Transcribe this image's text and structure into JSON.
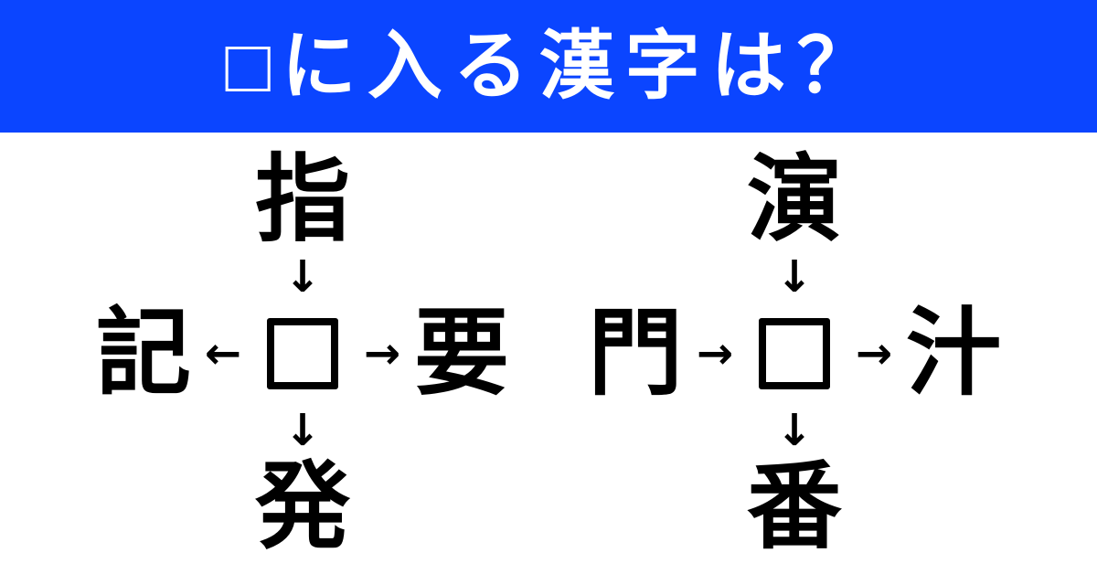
{
  "header": {
    "title": "□に入る漢字は？"
  },
  "colors": {
    "banner_blue": "#0b45ff",
    "title_text": "#ffffff",
    "ink": "#000000",
    "background": "#ffffff"
  },
  "puzzles": [
    {
      "top": "指",
      "left": "記",
      "right": "要",
      "bottom": "発",
      "arrow_top": "↓",
      "arrow_left": "←",
      "arrow_right": "→",
      "arrow_bottom": "↓"
    },
    {
      "top": "演",
      "left": "門",
      "right": "汁",
      "bottom": "番",
      "arrow_top": "↓",
      "arrow_left": "→",
      "arrow_right": "→",
      "arrow_bottom": "↓"
    }
  ]
}
